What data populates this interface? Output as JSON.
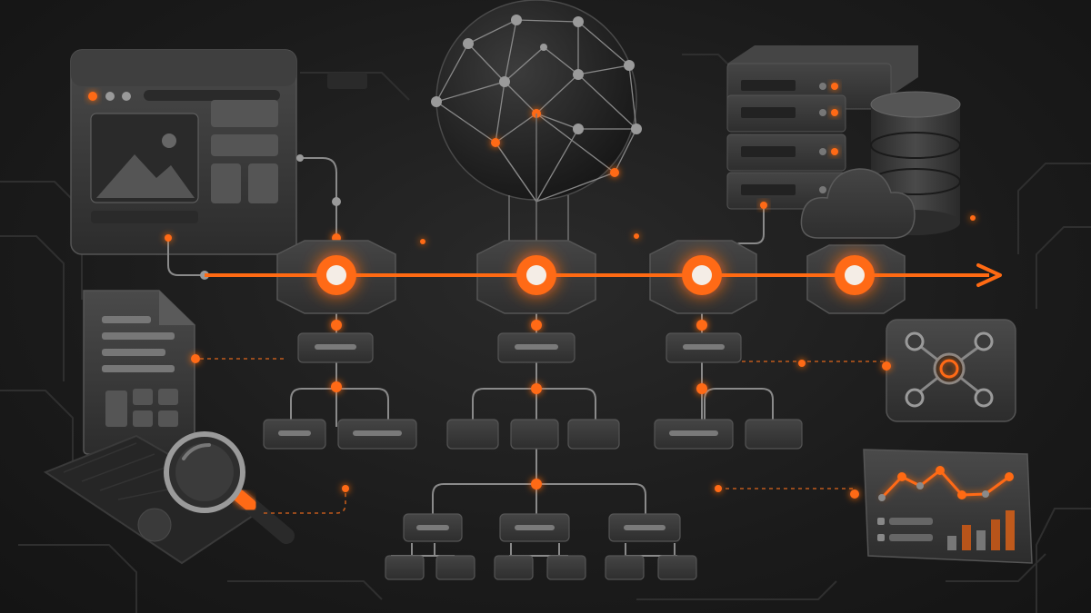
{
  "colors": {
    "accent": "#ff6a13",
    "accent_glow": "#ff8a3d",
    "panel": "#3a3a3a",
    "panel_dark": "#2b2b2b",
    "panel_light": "#4a4a4a",
    "line": "#8a8a8a",
    "background": "#1b1b1b"
  },
  "icons": [
    "browser-window-icon",
    "image-placeholder-icon",
    "document-icon",
    "magnifying-glass-icon",
    "network-globe-icon",
    "server-rack-icon",
    "database-icon",
    "cloud-icon",
    "hub-network-icon",
    "analytics-dashboard-icon",
    "flow-arrow-icon"
  ],
  "pipeline": {
    "node_count": 4,
    "direction": "left-to-right"
  },
  "tree": {
    "levels": 3
  }
}
